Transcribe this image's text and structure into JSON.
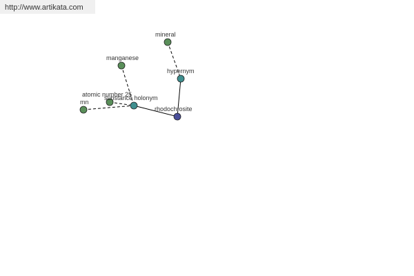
{
  "url": "http://www.artikata.com",
  "colors": {
    "green_node": "#5a8f5a",
    "teal_node": "#3f8f8f",
    "blue_node": "#4a4f9a",
    "edge": "#000000",
    "label": "#333333"
  },
  "nodes": [
    {
      "id": "mineral",
      "label": "mineral",
      "kind": "green"
    },
    {
      "id": "hypernym",
      "label": "hypernym",
      "kind": "teal"
    },
    {
      "id": "manganese",
      "label": "manganese",
      "kind": "green"
    },
    {
      "id": "atomic-number-25",
      "label": "atomic number 25",
      "kind": "green"
    },
    {
      "id": "mn",
      "label": "mn",
      "kind": "green"
    },
    {
      "id": "substance-holonym",
      "label": "substance holonym",
      "kind": "teal"
    },
    {
      "id": "rhodochrosite",
      "label": "rhodochrosite",
      "kind": "blue"
    }
  ],
  "edges": [
    {
      "from": "mineral",
      "to": "hypernym",
      "style": "dashed"
    },
    {
      "from": "hypernym",
      "to": "rhodochrosite",
      "style": "solid"
    },
    {
      "from": "manganese",
      "to": "substance-holonym",
      "style": "dashed"
    },
    {
      "from": "atomic-number-25",
      "to": "substance-holonym",
      "style": "dashed"
    },
    {
      "from": "mn",
      "to": "substance-holonym",
      "style": "dashed"
    },
    {
      "from": "substance-holonym",
      "to": "rhodochrosite",
      "style": "solid"
    }
  ]
}
